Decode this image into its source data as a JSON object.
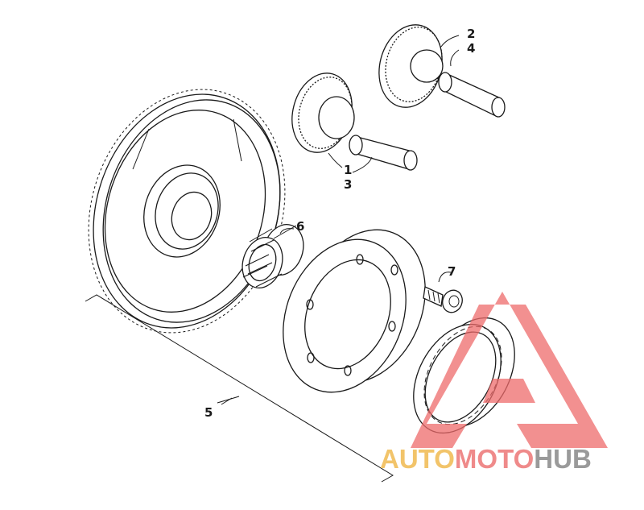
{
  "callouts": {
    "c1": "1",
    "c2": "2",
    "c3": "3",
    "c4": "4",
    "c5": "5",
    "c6": "6",
    "c7": "7"
  },
  "watermark": {
    "part1": "AUTO",
    "part2": "MOTO",
    "part3": "HUB",
    "colors": {
      "auto": "#f2c46a",
      "moto": "#ef8a8a",
      "hub": "#9a9a9a",
      "triangle": "#ee6b6b"
    }
  }
}
